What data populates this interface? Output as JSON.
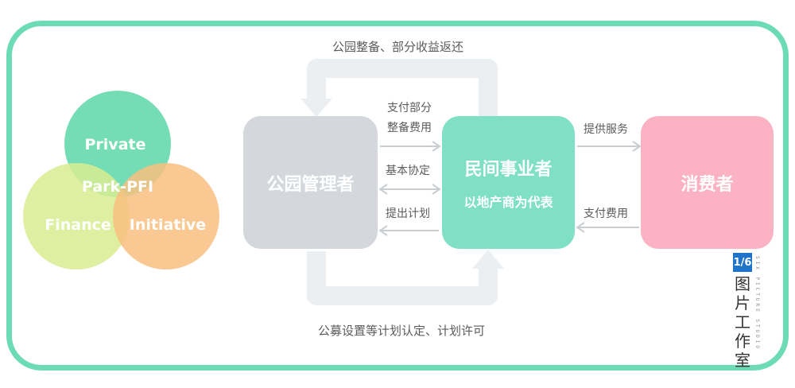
{
  "venn": {
    "center": "Park-PFI",
    "circles": [
      {
        "label": "Private",
        "color": "#5dd7a8"
      },
      {
        "label": "Finance",
        "color": "#d8ec92"
      },
      {
        "label": "Initiative",
        "color": "#f9c080"
      }
    ]
  },
  "nodes": {
    "admin": {
      "title": "公园管理者"
    },
    "private": {
      "title": "民间事业者",
      "subtitle": "以地产商为代表"
    },
    "consumer": {
      "title": "消费者"
    }
  },
  "flows": {
    "top_loop": "公园整备、部分收益返还",
    "bottom_loop": "公募设置等计划认定、计划许可",
    "admin_to_private": [
      "支付部分",
      "整备费用"
    ],
    "agreement": "基本协定",
    "plan": "提出计划",
    "service": "提供服务",
    "fee": "支付费用"
  },
  "watermark": {
    "logo": "1/6",
    "vertical_text": "图片工作室",
    "small_text": "SIX PICTURE STUDIO"
  },
  "colors": {
    "frame": "#6ddbb5",
    "arrow": "#c9cdd2",
    "loop": "#eceff2"
  }
}
